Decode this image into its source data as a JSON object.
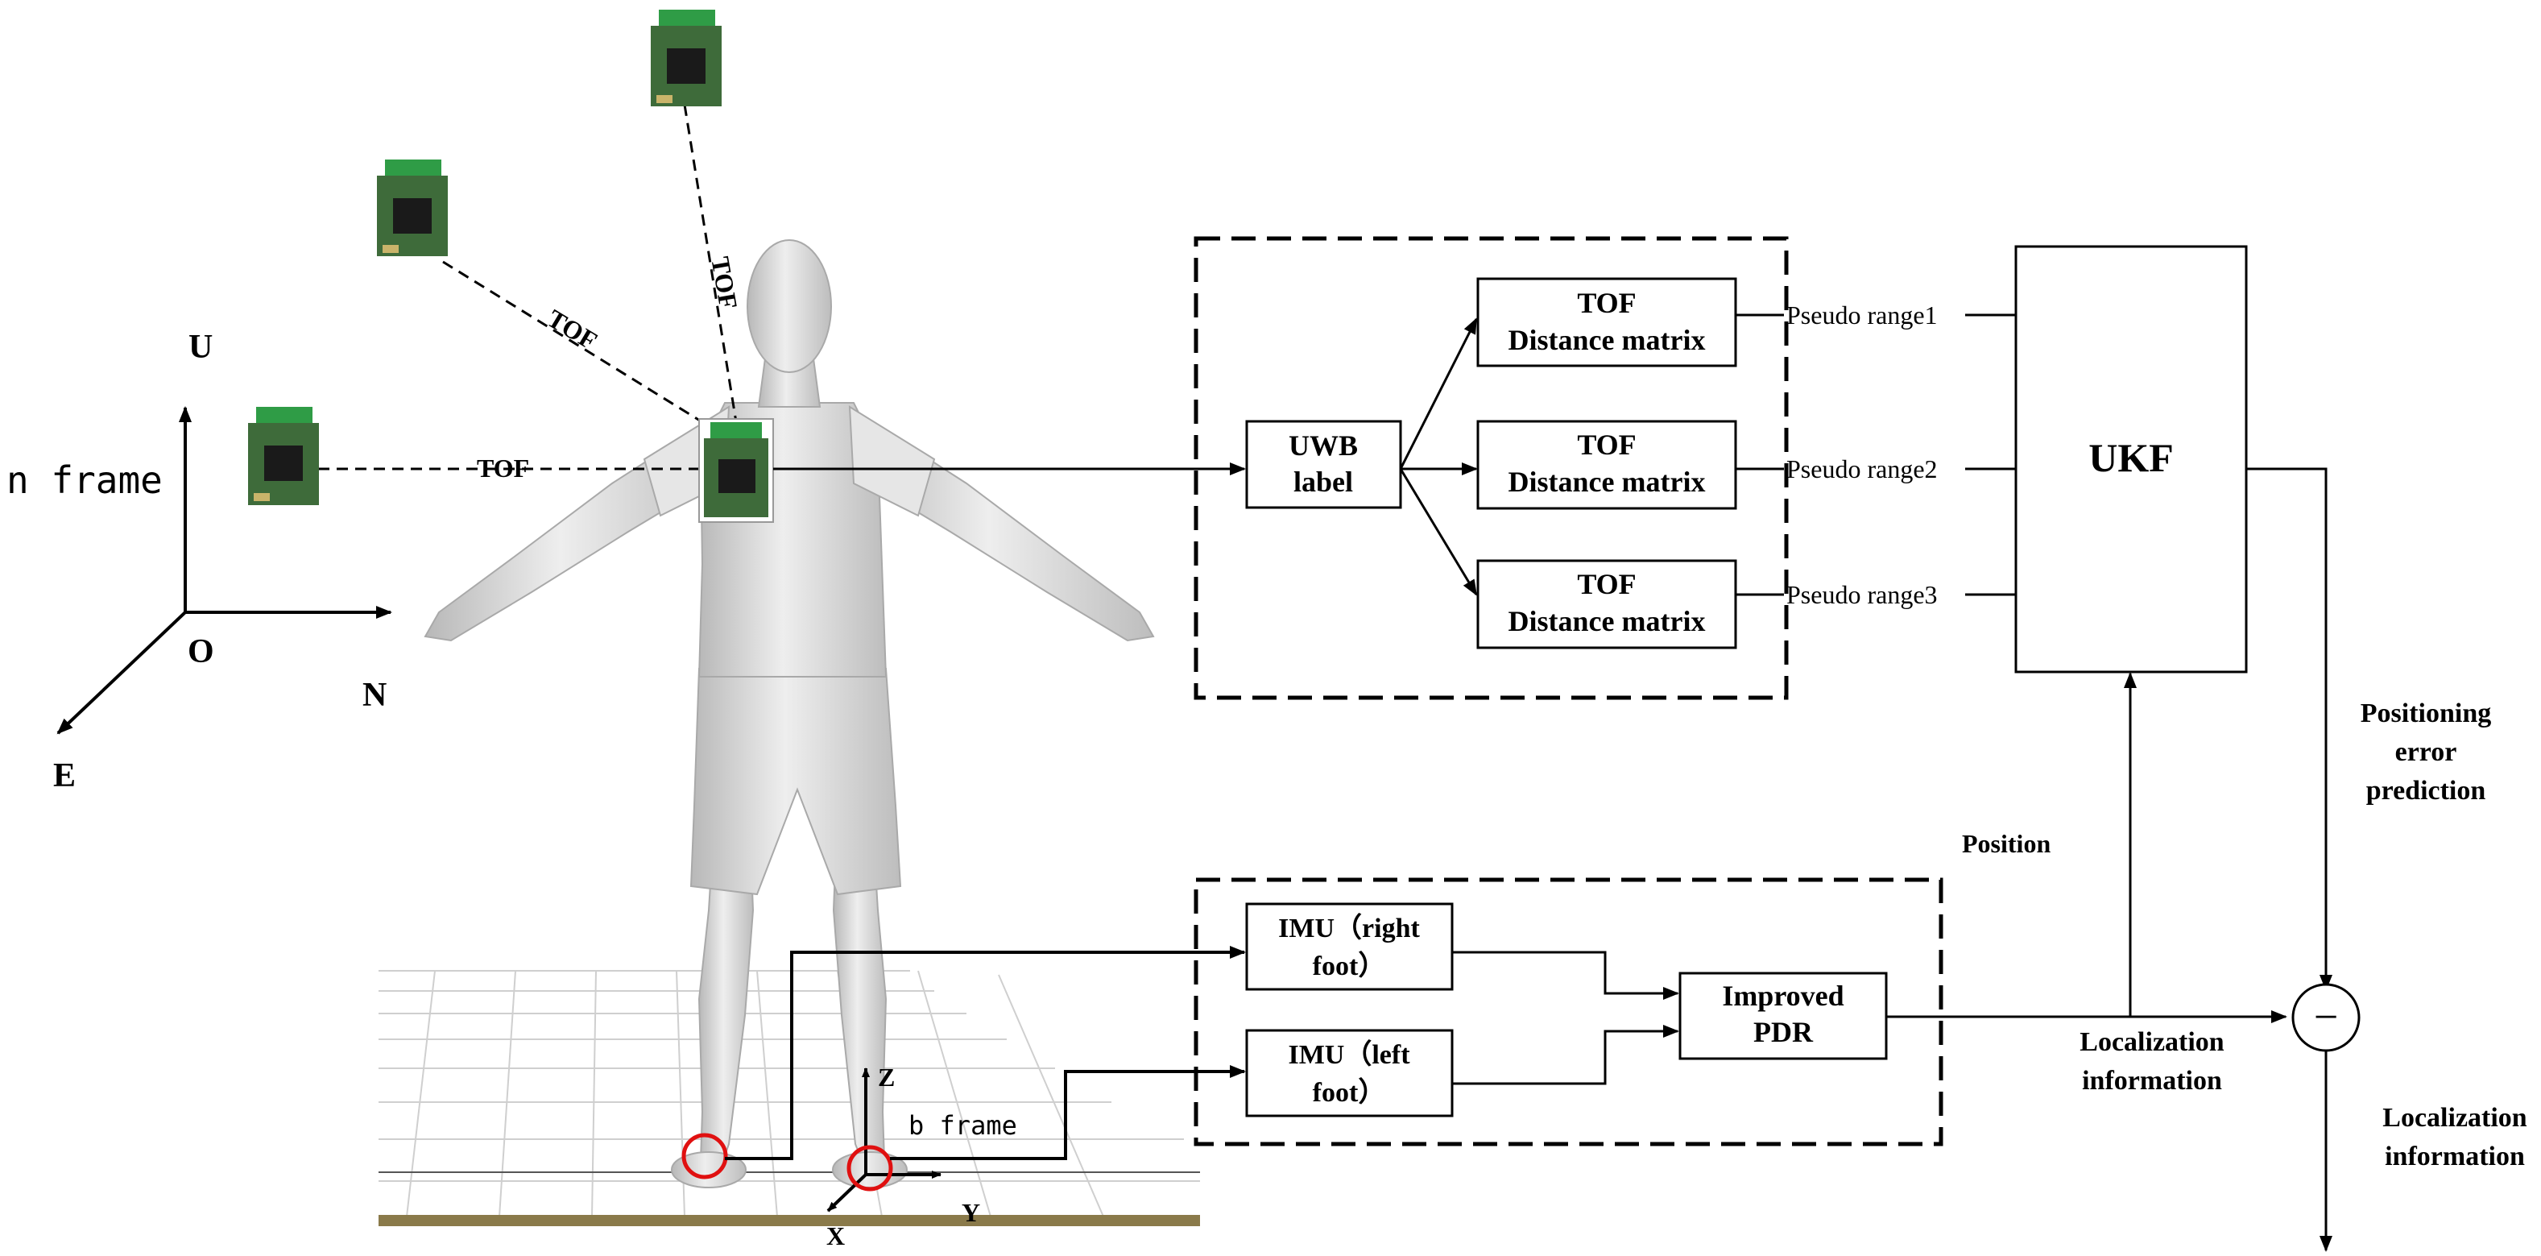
{
  "frames": {
    "n_frame": "n frame",
    "b_frame": "b frame",
    "axis_u": "U",
    "axis_o": "O",
    "axis_n": "N",
    "axis_e": "E",
    "axis_z": "Z",
    "axis_y": "Y",
    "axis_x": "X"
  },
  "links": {
    "tof_1": "TOF",
    "tof_2": "TOF",
    "tof_3": "TOF"
  },
  "uwb": {
    "label_line1": "UWB",
    "label_line2": "label",
    "matrix_title": "TOF",
    "matrix_subtitle": "Distance matrix",
    "pseudo_range_1": "Pseudo range1",
    "pseudo_range_2": "Pseudo range2",
    "pseudo_range_3": "Pseudo range3"
  },
  "ukf": {
    "label": "UKF"
  },
  "imu": {
    "right_line1": "IMU（right",
    "right_line2": "foot）",
    "left_line1": "IMU（left",
    "left_line2": "foot）",
    "pdr_line1": "Improved",
    "pdr_line2": "PDR"
  },
  "outputs": {
    "position": "Position",
    "localization_line1": "Localization",
    "localization_line2": "information",
    "error_line1": "Positioning",
    "error_line2": "error",
    "error_line3": "prediction",
    "final_line1": "Localization",
    "final_line2": "information",
    "subtract_symbol": "−"
  },
  "colors": {
    "line": "#000000",
    "module_green": "#2f9c46",
    "module_board": "#3e6b3a",
    "body_gray": "#d9d9d9",
    "foot_marker": "#e01010",
    "floor": "#8a7a4a"
  }
}
